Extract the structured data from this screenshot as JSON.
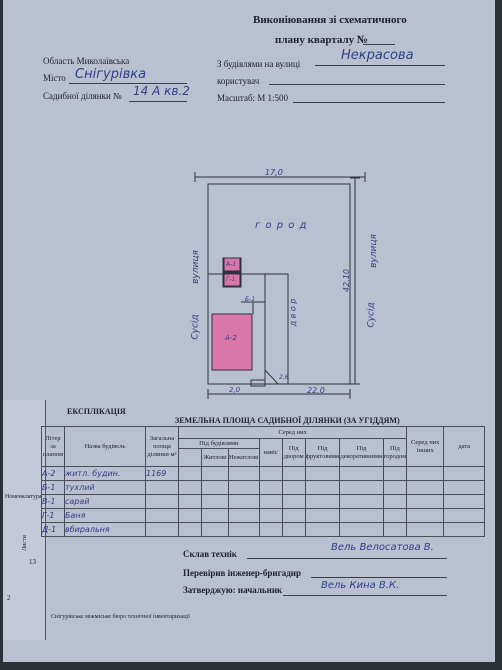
{
  "header": {
    "title_line1": "Виконіювання зі схематичного",
    "title_line2": "плану кварталу №",
    "oblast_label": "Область Миколаївська",
    "misto_label": "Місто",
    "misto_value": "Снігурівка",
    "dilyanka_label": "Садибної ділянки №",
    "dilyanka_value": "14 А кв.2",
    "street_label": "З будівлями на вулиці",
    "street_value": "Некрасова",
    "user_label": "користувач",
    "scale_label": "Масштаб: М 1:500"
  },
  "plan": {
    "top_dim": "17,0",
    "right_dim": "42,10",
    "bottom_dim": "22,0",
    "bottom_dim_left": "2,0",
    "bottom_dim_small": "2,6",
    "garden_label": "г о р о д",
    "yard_label": "д в о р",
    "neighbor_right_label": "Сусід",
    "neighbor_right_street": "вулиця",
    "neighbor_left_label": "Сусід",
    "neighbor_left_street": "вулиця",
    "building_a1": "А-1",
    "building_g1": "Г-1",
    "building_a": "А-2",
    "building_b": "Б-1"
  },
  "table": {
    "title_left": "ЕКСПЛІКАЦІЯ",
    "title_right": "ЗЕМЕЛЬНА ПЛОЩА САДИБНОЇ ДІЛЯНКИ (ЗА УГІДДЯМ)",
    "col_num": "Літер за планом",
    "col_name": "Назва будівель",
    "col_total": "Загальна площа ділянки м²",
    "col_sered": "Серед них",
    "col_pid_bud": "Під будівлями",
    "col_zhyl": "Житлові",
    "col_nezhyl": "Нежитлові",
    "col_nav": "навіс",
    "col_dvir": "Під двором",
    "col_fruk": "Під фруктовими",
    "col_dek": "Під декоративними",
    "col_gor": "Під городом",
    "col_inshi": "Серед них інших",
    "col_data": "дата",
    "rows": [
      {
        "code": "А-2",
        "name": "житл. будин."
      },
      {
        "code": "Б-1",
        "name": "тухлий"
      },
      {
        "code": "В-1",
        "name": "сарай"
      },
      {
        "code": "Г-1",
        "name": "Баня"
      },
      {
        "code": "Д-1",
        "name": "вбиральня"
      }
    ],
    "total_area": "1169"
  },
  "sidebar": {
    "label_top": "Номенклатура",
    "label_lysty": "Листи",
    "num": "13",
    "num2": "2"
  },
  "signatures": {
    "tech_label": "Склав технік",
    "tech_value": "Вель Велосатова В.",
    "eng_label": "Перевірив інженер-бригадир",
    "head_label": "Затверджую: начальник",
    "head_value": "Вель Кина В.К."
  },
  "footer": "Снігурівське міжміське бюро технічної інвентаризації"
}
